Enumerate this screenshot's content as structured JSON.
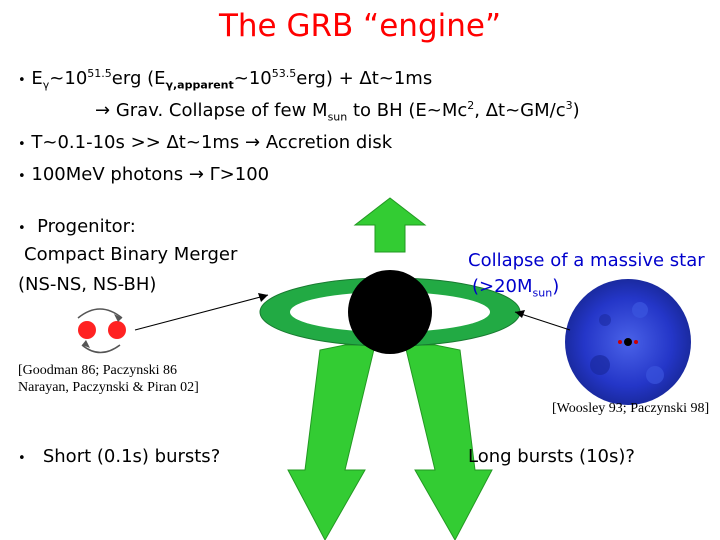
{
  "slide": {
    "title": "The GRB “engine”",
    "bullet1": {
      "bullet": "•",
      "e": "E",
      "g": "γ",
      "t1": "~10",
      "exp1": "51.5",
      "t2": "erg (E",
      "sub2": "γ,apparent",
      "t3": "~10",
      "exp3": "53.5",
      "t4": "erg) + Δt~1ms"
    },
    "bullet1b": {
      "arrow": "→",
      "t1": " Grav. Collapse of few M",
      "sub": "sun",
      "t2": " to BH   (E~Mc",
      "sup2": "2",
      "t3": ", Δt~GM/c",
      "sup3": "3",
      "t4": ")"
    },
    "bullet2": {
      "bullet": "•",
      "t1": "T~0.1-10s >> Δt~1ms ",
      "arrow": "→",
      "t2": " Accretion disk"
    },
    "bullet3": {
      "bullet": "•",
      "t1": "100MeV photons ",
      "arrow": "→",
      "t2": " Γ>100"
    },
    "progenitor": {
      "bullet": "•",
      "label": "Progenitor:"
    },
    "left": {
      "line1": "Compact Binary Merger",
      "line2": "(NS-NS, NS-BH)",
      "ref": "[Goodman 86; Paczynski 86\nNarayan, Paczynski & Piran 02]",
      "bullet": "•",
      "bursts": "Short (0.1s) bursts?"
    },
    "right": {
      "line1": "Collapse of a massive star",
      "line2a": "(>20M",
      "line2sub": "sun",
      "line2b": ")",
      "ref": "[Woosley 93; Paczynski 98]",
      "bursts": "Long bursts (10s)?"
    },
    "colors": {
      "title": "#ff0000",
      "jet": "#33cc33",
      "disk": "#22aa44",
      "blackhole": "#000000",
      "star": "#2233cc",
      "ns": "#ff2222"
    },
    "icons": [
      "binary-merger-icon",
      "black-hole-icon",
      "accretion-disk-icon",
      "jet-arrow-up-icon",
      "jet-arrow-down-icon",
      "massive-star-icon"
    ]
  }
}
